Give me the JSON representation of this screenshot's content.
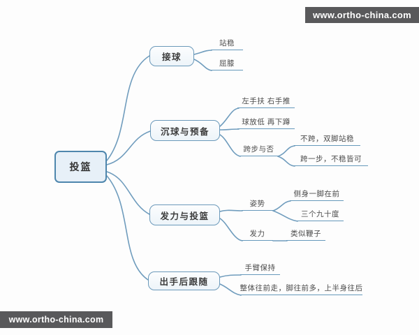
{
  "watermark": "www.ortho-china.com",
  "mindmap": {
    "root_label": "投篮",
    "branches": [
      {
        "label": "接球",
        "leaves": [
          "站稳",
          "屈膝"
        ]
      },
      {
        "label": "沉球与预备",
        "leaves": [
          "左手扶 右手推",
          "球放低 再下蹲"
        ],
        "subtopic": {
          "label": "跨步与否",
          "leaves": [
            "不跨，双脚站稳",
            "跨一步，不稳皆可"
          ]
        }
      },
      {
        "label": "发力与投篮",
        "subtopics": [
          {
            "label": "姿势",
            "leaves": [
              "侧身一脚在前",
              "三个九十度"
            ]
          },
          {
            "label": "发力",
            "leaves": [
              "类似鞭子"
            ]
          }
        ]
      },
      {
        "label": "出手后跟随",
        "leaves": [
          "手臂保持",
          "整体往前走，脚往前多，上半身往后"
        ]
      }
    ]
  },
  "colors": {
    "line": "#6f9cbd",
    "node_border": "#6b99ba",
    "root_border": "#4e86ad",
    "root_fill": "#e7f0f8",
    "watermark_bg": "#59595b",
    "watermark_text": "#ffffff"
  }
}
